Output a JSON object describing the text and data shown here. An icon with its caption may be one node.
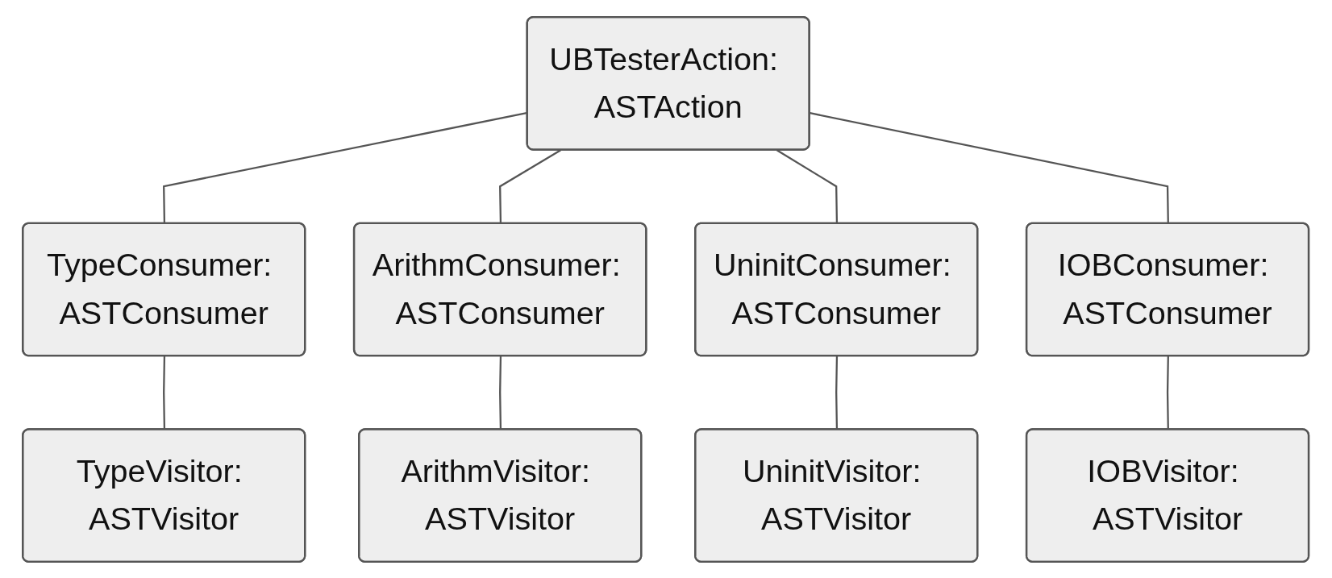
{
  "diagram": {
    "nodes": [
      {
        "text": [
          "UBTesterAction: ASTAction"
        ]
      },
      {
        "text": [
          "TypeConsumer: ASTConsumer"
        ]
      },
      {
        "text": [
          "ArithmConsumer: ASTConsumer"
        ]
      },
      {
        "text": [
          "UninitConsumer: ASTConsumer"
        ]
      },
      {
        "text": [
          "IOBConsumer: ASTConsumer"
        ]
      },
      {
        "text": [
          "TypeVisitor: ASTVisitor"
        ]
      },
      {
        "text": [
          "ArithmVisitor: ASTVisitor"
        ]
      },
      {
        "text": [
          "UninitVisitor: ASTVisitor"
        ]
      },
      {
        "text": [
          "IOBVisitor: ASTVisitor"
        ]
      }
    ],
    "edges": [
      {
        "from": 0,
        "to": 1,
        "arrow": "none"
      },
      {
        "from": 0,
        "to": 2,
        "arrow": "none"
      },
      {
        "from": 0,
        "to": 3,
        "arrow": "none"
      },
      {
        "from": 0,
        "to": 4,
        "arrow": "none"
      },
      {
        "from": 1,
        "to": 5,
        "arrow": "none"
      },
      {
        "from": 2,
        "to": 6,
        "arrow": "none"
      },
      {
        "from": 3,
        "to": 7,
        "arrow": "none"
      },
      {
        "from": 4,
        "to": 8,
        "arrow": "none"
      }
    ]
  }
}
